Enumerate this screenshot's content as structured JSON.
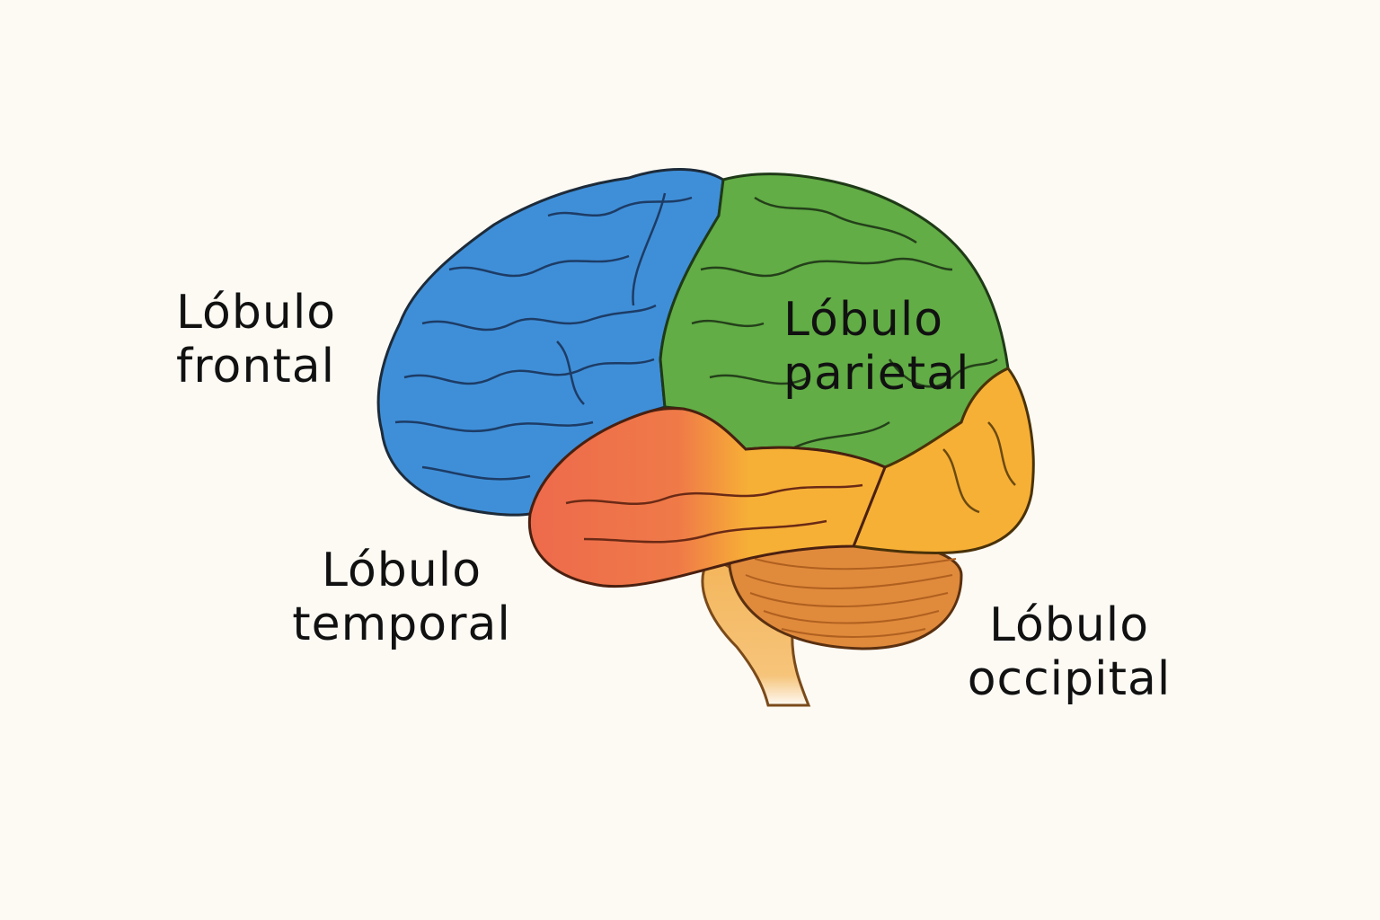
{
  "diagram": {
    "labels": {
      "frontal": {
        "line1": "Lóbulo",
        "line2": "frontal"
      },
      "parietal": {
        "line1": "Lóbulo",
        "line2": "parietal"
      },
      "temporal": {
        "line1": "Lóbulo",
        "line2": "temporal"
      },
      "occipital": {
        "line1": "Lóbulo",
        "line2": "occipital"
      }
    },
    "colors": {
      "background": "#fdfaf4",
      "frontal": "#3f8fd8",
      "parietal": "#62ad46",
      "temporal": "#ee6a4c",
      "occipital": "#f7b036",
      "cerebellum": "#e08a3c",
      "brainstem": "#f4b55a",
      "outline": "#2a2a2a"
    }
  }
}
